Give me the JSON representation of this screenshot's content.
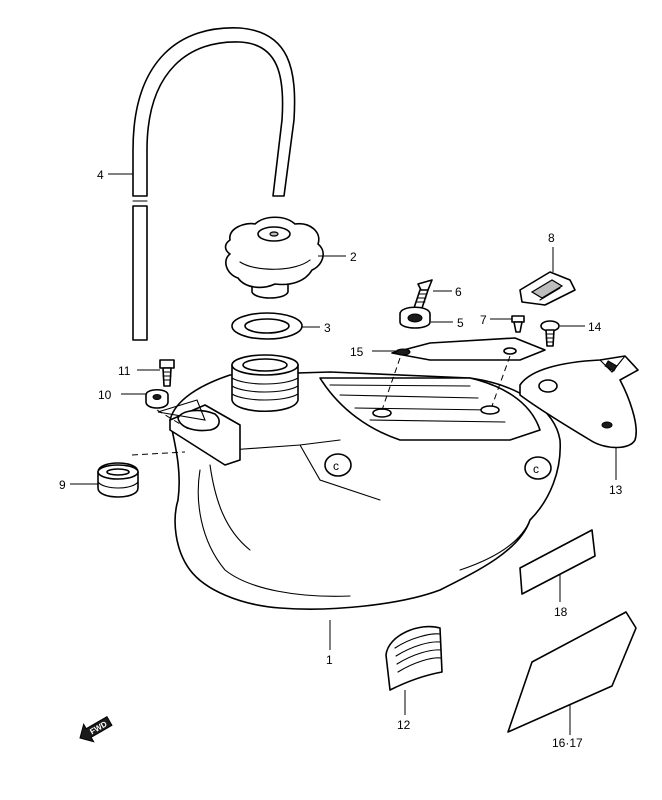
{
  "callouts": {
    "c1": "1",
    "c2": "2",
    "c3": "3",
    "c4": "4",
    "c5": "5",
    "c6": "6",
    "c7": "7",
    "c8": "8",
    "c9": "9",
    "c10": "10",
    "c11": "11",
    "c12": "12",
    "c13": "13",
    "c14": "14",
    "c15": "15",
    "c16_17": "16·17",
    "c18": "18"
  },
  "direction_arrow": {
    "label": "FWD",
    "icon": "forward-arrow-icon"
  }
}
